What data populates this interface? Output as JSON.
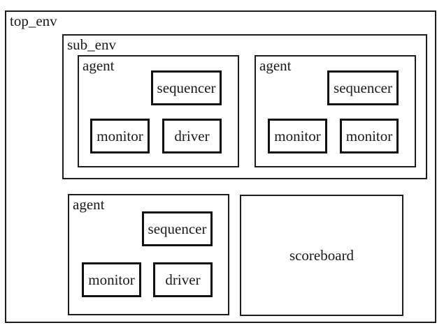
{
  "colors": {
    "line": "#1c1c1c",
    "background": "#ffffff"
  },
  "diagram": {
    "type": "uvm-testbench-block-diagram",
    "top_env": {
      "label": "top_env",
      "sub_env": {
        "label": "sub_env",
        "agents": [
          {
            "label": "agent",
            "blocks": {
              "sequencer": "sequencer",
              "monitor": "monitor",
              "driver": "driver"
            }
          },
          {
            "label": "agent",
            "blocks": {
              "sequencer": "sequencer",
              "monitor_left": "monitor",
              "monitor_right": "monitor"
            }
          }
        ]
      },
      "agent": {
        "label": "agent",
        "blocks": {
          "sequencer": "sequencer",
          "monitor": "monitor",
          "driver": "driver"
        }
      },
      "scoreboard": {
        "label": "scoreboard"
      }
    }
  }
}
